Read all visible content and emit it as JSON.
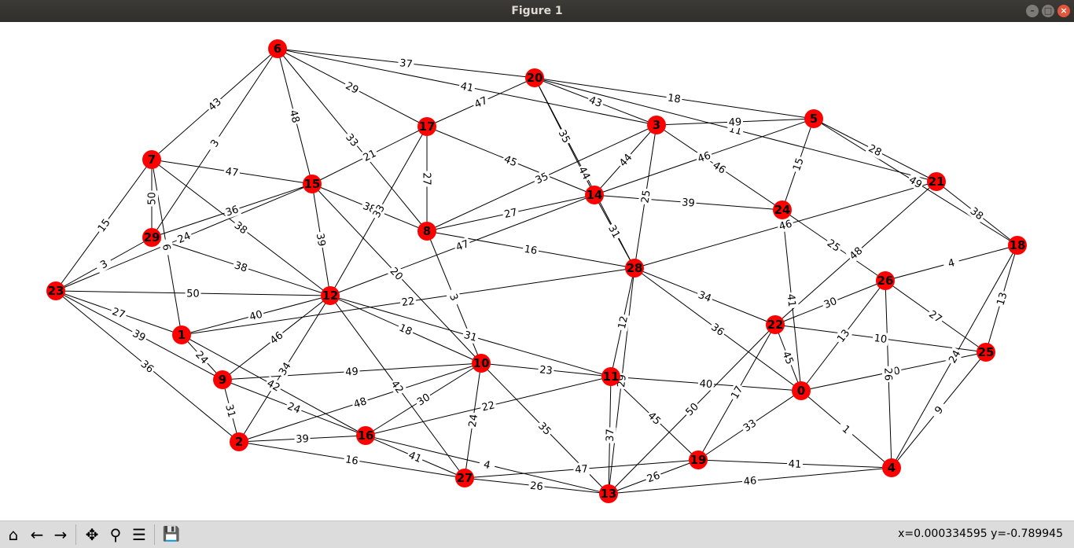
{
  "window": {
    "title": "Figure 1",
    "minimize": "–",
    "maximize": "□",
    "close": "×"
  },
  "graph": {
    "nodes": [
      {
        "id": "0"
      },
      {
        "id": "1"
      },
      {
        "id": "2"
      },
      {
        "id": "3"
      },
      {
        "id": "4"
      },
      {
        "id": "5"
      },
      {
        "id": "6"
      },
      {
        "id": "7"
      },
      {
        "id": "8"
      },
      {
        "id": "9"
      },
      {
        "id": "10"
      },
      {
        "id": "11"
      },
      {
        "id": "12"
      },
      {
        "id": "13"
      },
      {
        "id": "14"
      },
      {
        "id": "15"
      },
      {
        "id": "16"
      },
      {
        "id": "17"
      },
      {
        "id": "18"
      },
      {
        "id": "19"
      },
      {
        "id": "20"
      },
      {
        "id": "21"
      },
      {
        "id": "22"
      },
      {
        "id": "23"
      },
      {
        "id": "24"
      },
      {
        "id": "25"
      },
      {
        "id": "26"
      },
      {
        "id": "27"
      },
      {
        "id": "28"
      },
      {
        "id": "29"
      }
    ],
    "edges": [
      [
        "6",
        "20",
        "37"
      ],
      [
        "6",
        "17",
        "29"
      ],
      [
        "6",
        "3",
        "41"
      ],
      [
        "20",
        "5",
        "18"
      ],
      [
        "20",
        "3",
        "43"
      ],
      [
        "20",
        "21",
        "11"
      ],
      [
        "5",
        "21",
        "28"
      ],
      [
        "5",
        "18",
        "49"
      ],
      [
        "21",
        "18",
        "38"
      ],
      [
        "18",
        "25",
        "13"
      ],
      [
        "18",
        "4",
        "24"
      ],
      [
        "25",
        "4",
        "9"
      ],
      [
        "4",
        "13",
        "46"
      ],
      [
        "4",
        "19",
        "41"
      ],
      [
        "13",
        "27",
        "26"
      ],
      [
        "19",
        "13",
        "26"
      ],
      [
        "27",
        "2",
        "16"
      ],
      [
        "2",
        "23",
        "36"
      ],
      [
        "23",
        "7",
        "15"
      ],
      [
        "23",
        "29",
        "3"
      ],
      [
        "23",
        "1",
        "27"
      ],
      [
        "23",
        "9",
        "39"
      ],
      [
        "7",
        "6",
        "43"
      ],
      [
        "7",
        "15",
        "47"
      ],
      [
        "29",
        "7",
        "50"
      ],
      [
        "9",
        "2",
        "31"
      ],
      [
        "2",
        "16",
        "39"
      ],
      [
        "16",
        "27",
        "41"
      ],
      [
        "0",
        "4",
        "1"
      ],
      [
        "0",
        "25",
        "10"
      ],
      [
        "1",
        "9",
        "24"
      ],
      [
        "9",
        "16",
        "24"
      ],
      [
        "12",
        "10",
        "18"
      ],
      [
        "10",
        "11",
        "23"
      ],
      [
        "11",
        "28",
        "12"
      ],
      [
        "28",
        "14",
        "31"
      ],
      [
        "14",
        "8",
        "27"
      ],
      [
        "8",
        "15",
        "38"
      ],
      [
        "15",
        "12",
        "39"
      ],
      [
        "12",
        "1",
        "40"
      ],
      [
        "28",
        "22",
        "34"
      ],
      [
        "22",
        "0",
        "45"
      ],
      [
        "22",
        "26",
        "30"
      ],
      [
        "26",
        "24",
        "25"
      ],
      [
        "24",
        "3",
        "46"
      ],
      [
        "3",
        "14",
        "44"
      ],
      [
        "17",
        "8",
        "27"
      ],
      [
        "17",
        "15",
        "21"
      ],
      [
        "10",
        "16",
        "30"
      ],
      [
        "11",
        "19",
        "45"
      ],
      [
        "0",
        "19",
        "33"
      ],
      [
        "13",
        "11",
        "37"
      ],
      [
        "10",
        "27",
        "24"
      ],
      [
        "8",
        "28",
        "16"
      ],
      [
        "6",
        "15",
        "48"
      ],
      [
        "7",
        "12",
        "38"
      ],
      [
        "29",
        "12",
        "38"
      ],
      [
        "1",
        "16",
        "42"
      ],
      [
        "9",
        "10",
        "49"
      ],
      [
        "20",
        "14",
        "35"
      ],
      [
        "5",
        "24",
        "15"
      ],
      [
        "21",
        "22",
        "48"
      ],
      [
        "26",
        "25",
        "27"
      ],
      [
        "22",
        "13",
        "50"
      ],
      [
        "0",
        "28",
        "36"
      ],
      [
        "14",
        "24",
        "39"
      ],
      [
        "2",
        "12",
        "34"
      ],
      [
        "16",
        "13",
        "4"
      ],
      [
        "19",
        "27",
        "47"
      ],
      [
        "23",
        "12",
        "50"
      ],
      [
        "6",
        "8",
        "33"
      ],
      [
        "17",
        "14",
        "45"
      ],
      [
        "3",
        "28",
        "25"
      ],
      [
        "18",
        "26",
        "4"
      ],
      [
        "21",
        "28",
        "46"
      ],
      [
        "24",
        "0",
        "41"
      ],
      [
        "11",
        "16",
        "22"
      ],
      [
        "10",
        "8",
        "3"
      ],
      [
        "12",
        "11",
        "31"
      ],
      [
        "15",
        "10",
        "20"
      ],
      [
        "9",
        "12",
        "46"
      ],
      [
        "29",
        "15",
        "36"
      ],
      [
        "1",
        "28",
        "22"
      ],
      [
        "0",
        "11",
        "40"
      ],
      [
        "13",
        "10",
        "35"
      ],
      [
        "26",
        "0",
        "13"
      ],
      [
        "25",
        "22",
        "10"
      ],
      [
        "4",
        "26",
        "26"
      ],
      [
        "5",
        "3",
        "49"
      ],
      [
        "20",
        "17",
        "47"
      ],
      [
        "6",
        "29",
        "3"
      ],
      [
        "7",
        "1",
        "6"
      ],
      [
        "23",
        "15",
        "24"
      ],
      [
        "2",
        "10",
        "48"
      ],
      [
        "27",
        "12",
        "42"
      ],
      [
        "19",
        "22",
        "17"
      ],
      [
        "13",
        "28",
        "29"
      ],
      [
        "3",
        "8",
        "35"
      ],
      [
        "14",
        "12",
        "47"
      ],
      [
        "17",
        "12",
        "33"
      ],
      [
        "20",
        "28",
        "44"
      ],
      [
        "5",
        "14",
        "46"
      ]
    ]
  },
  "toolbar": {
    "home_icon": "⌂",
    "back_icon": "←",
    "forward_icon": "→",
    "pan_icon": "✥",
    "zoom_icon": "⚲",
    "subplots_icon": "☰",
    "save_icon": "💾"
  },
  "status": {
    "coords": "x=0.000334595  y=-0.789945"
  }
}
